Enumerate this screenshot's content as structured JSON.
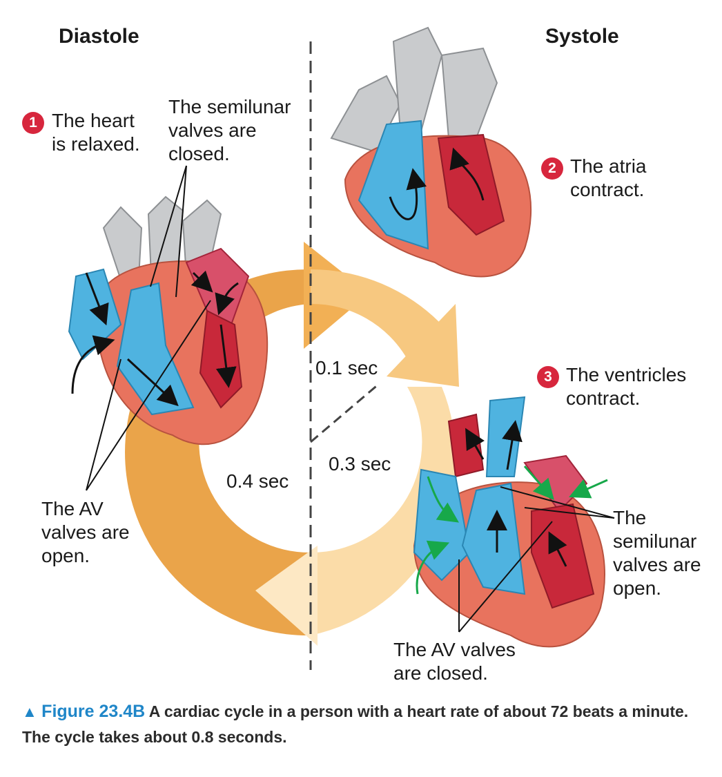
{
  "headings": {
    "left": "Diastole",
    "right": "Systole"
  },
  "steps": [
    {
      "number": "1",
      "text": "The heart\nis relaxed."
    },
    {
      "number": "2",
      "text": "The atria\ncontract."
    },
    {
      "number": "3",
      "text": "The ventricles\ncontract."
    }
  ],
  "labels": {
    "semilunar_closed": "The semilunar\nvalves are\nclosed.",
    "av_open": "The AV\nvalves are\nopen.",
    "semilunar_open": "The\nsemilunar\nvalves are\n open.",
    "av_closed": "The AV valves\nare closed."
  },
  "durations": {
    "first": "0.1 sec",
    "second": "0.3 sec",
    "third": "0.4 sec"
  },
  "caption": {
    "marker": "▲",
    "figure": "Figure 23.4B",
    "text": "A cardiac cycle in a person with a heart rate of about 72 beats a minute. The cycle takes about 0.8 seconds."
  },
  "colors": {
    "blood_oxygen_poor": "#4fb3e0",
    "blood_oxygen_rich": "#c8283a",
    "heart_muscle": "#e8735e",
    "vessel_gray": "#c9cbcd",
    "cycle_dark": "#eaa44a",
    "cycle_light": "#fbdca8",
    "arrow_green": "#17a84a",
    "step_badge": "#d7263d"
  }
}
